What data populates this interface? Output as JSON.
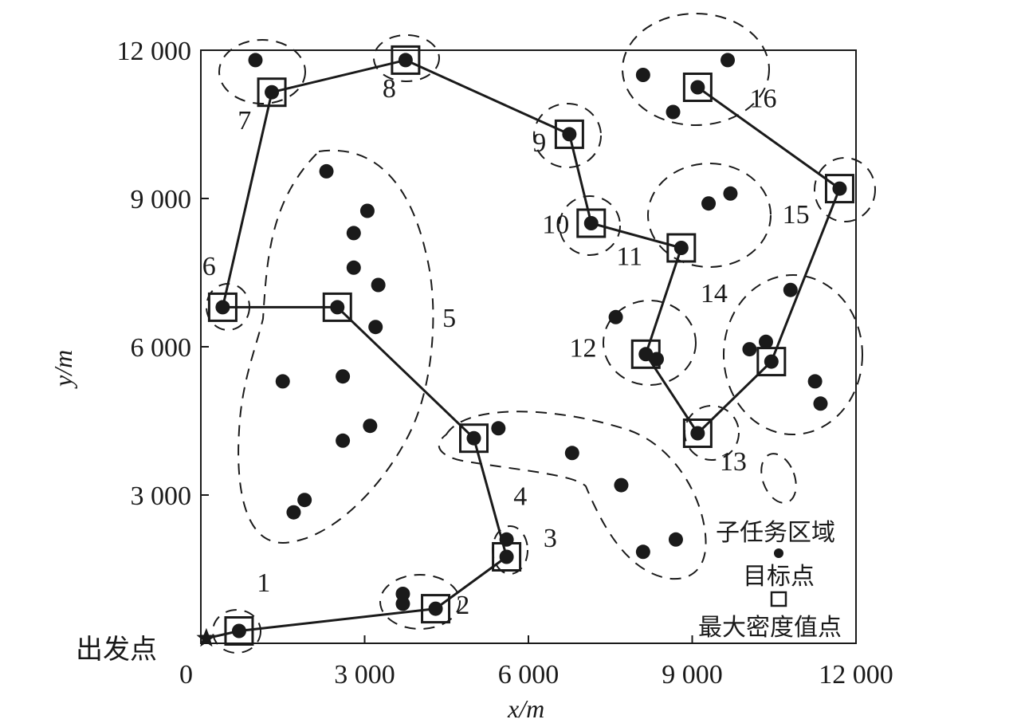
{
  "chart_data": {
    "type": "scatter",
    "xlabel": "x/m",
    "ylabel": "y/m",
    "xlim": [
      0,
      12000
    ],
    "ylim": [
      0,
      12000
    ],
    "x_ticks": [
      {
        "value": 0,
        "label": "0"
      },
      {
        "value": 3000,
        "label": "3 000"
      },
      {
        "value": 6000,
        "label": "6 000"
      },
      {
        "value": 9000,
        "label": "9 000"
      },
      {
        "value": 12000,
        "label": "12 000"
      }
    ],
    "y_ticks": [
      {
        "value": 3000,
        "label": "3 000"
      },
      {
        "value": 6000,
        "label": "6 000"
      },
      {
        "value": 9000,
        "label": "9 000"
      },
      {
        "value": 12000,
        "label": "12 000"
      }
    ],
    "start_point": {
      "x": 100,
      "y": 100,
      "label": "出发点"
    },
    "legend": {
      "region": "子任务区域",
      "target": "目标点",
      "max_density": "最大密度值点"
    },
    "targets": [
      {
        "x": 700,
        "y": 250
      },
      {
        "x": 3700,
        "y": 1000
      },
      {
        "x": 3700,
        "y": 800
      },
      {
        "x": 4300,
        "y": 700
      },
      {
        "x": 5600,
        "y": 2100
      },
      {
        "x": 5600,
        "y": 1750
      },
      {
        "x": 5000,
        "y": 4150
      },
      {
        "x": 5450,
        "y": 4350
      },
      {
        "x": 6800,
        "y": 3850
      },
      {
        "x": 7700,
        "y": 3200
      },
      {
        "x": 8100,
        "y": 1850
      },
      {
        "x": 8700,
        "y": 2100
      },
      {
        "x": 2300,
        "y": 9550
      },
      {
        "x": 3050,
        "y": 8750
      },
      {
        "x": 2800,
        "y": 8300
      },
      {
        "x": 2800,
        "y": 7600
      },
      {
        "x": 3250,
        "y": 7250
      },
      {
        "x": 2500,
        "y": 6800
      },
      {
        "x": 3200,
        "y": 6400
      },
      {
        "x": 1500,
        "y": 5300
      },
      {
        "x": 2600,
        "y": 5400
      },
      {
        "x": 2600,
        "y": 4100
      },
      {
        "x": 3100,
        "y": 4400
      },
      {
        "x": 1900,
        "y": 2900
      },
      {
        "x": 1700,
        "y": 2650
      },
      {
        "x": 400,
        "y": 6800
      },
      {
        "x": 1000,
        "y": 11800
      },
      {
        "x": 1300,
        "y": 11150
      },
      {
        "x": 3750,
        "y": 11800
      },
      {
        "x": 6750,
        "y": 10300
      },
      {
        "x": 7150,
        "y": 8500
      },
      {
        "x": 8800,
        "y": 8000
      },
      {
        "x": 9300,
        "y": 8900
      },
      {
        "x": 9700,
        "y": 9100
      },
      {
        "x": 7600,
        "y": 6600
      },
      {
        "x": 8150,
        "y": 5850
      },
      {
        "x": 8350,
        "y": 5750
      },
      {
        "x": 9100,
        "y": 4250
      },
      {
        "x": 10050,
        "y": 5950
      },
      {
        "x": 10350,
        "y": 6100
      },
      {
        "x": 10450,
        "y": 5700
      },
      {
        "x": 10800,
        "y": 7150
      },
      {
        "x": 11250,
        "y": 5300
      },
      {
        "x": 11350,
        "y": 4850
      },
      {
        "x": 11700,
        "y": 9200
      },
      {
        "x": 8100,
        "y": 11500
      },
      {
        "x": 8650,
        "y": 10750
      },
      {
        "x": 9100,
        "y": 11250
      },
      {
        "x": 9650,
        "y": 11800
      }
    ],
    "route": [
      {
        "region": "1",
        "x": 700,
        "y": 250
      },
      {
        "region": "2",
        "x": 4300,
        "y": 700
      },
      {
        "region": "3",
        "x": 5600,
        "y": 1750
      },
      {
        "region": "4",
        "x": 5000,
        "y": 4150
      },
      {
        "region": "5",
        "x": 2500,
        "y": 6800
      },
      {
        "region": "6",
        "x": 400,
        "y": 6800
      },
      {
        "region": "7",
        "x": 1300,
        "y": 11150
      },
      {
        "region": "8",
        "x": 3750,
        "y": 11800
      },
      {
        "region": "9",
        "x": 6750,
        "y": 10300
      },
      {
        "region": "10",
        "x": 7150,
        "y": 8500
      },
      {
        "region": "11",
        "x": 8800,
        "y": 8000
      },
      {
        "region": "12",
        "x": 8150,
        "y": 5850
      },
      {
        "region": "13",
        "x": 9100,
        "y": 4250
      },
      {
        "region": "14",
        "x": 10450,
        "y": 5700
      },
      {
        "region": "15",
        "x": 11700,
        "y": 9200
      },
      {
        "region": "16",
        "x": 9100,
        "y": 11250
      }
    ],
    "region_labels": [
      {
        "text": "1",
        "x": 1150,
        "y": 1050
      },
      {
        "text": "2",
        "x": 4800,
        "y": 600
      },
      {
        "text": "3",
        "x": 6400,
        "y": 1950
      },
      {
        "text": "4",
        "x": 5850,
        "y": 2800
      },
      {
        "text": "5",
        "x": 4550,
        "y": 6400
      },
      {
        "text": "6",
        "x": 150,
        "y": 7450
      },
      {
        "text": "7",
        "x": 800,
        "y": 10400
      },
      {
        "text": "8",
        "x": 3450,
        "y": 11050
      },
      {
        "text": "9",
        "x": 6200,
        "y": 9950
      },
      {
        "text": "10",
        "x": 6500,
        "y": 8300
      },
      {
        "text": "11",
        "x": 7850,
        "y": 7650
      },
      {
        "text": "12",
        "x": 7000,
        "y": 5800
      },
      {
        "text": "13",
        "x": 9750,
        "y": 3500
      },
      {
        "text": "14",
        "x": 9400,
        "y": 6900
      },
      {
        "text": "15",
        "x": 10900,
        "y": 8500
      },
      {
        "text": "16",
        "x": 10300,
        "y": 10850
      }
    ]
  }
}
